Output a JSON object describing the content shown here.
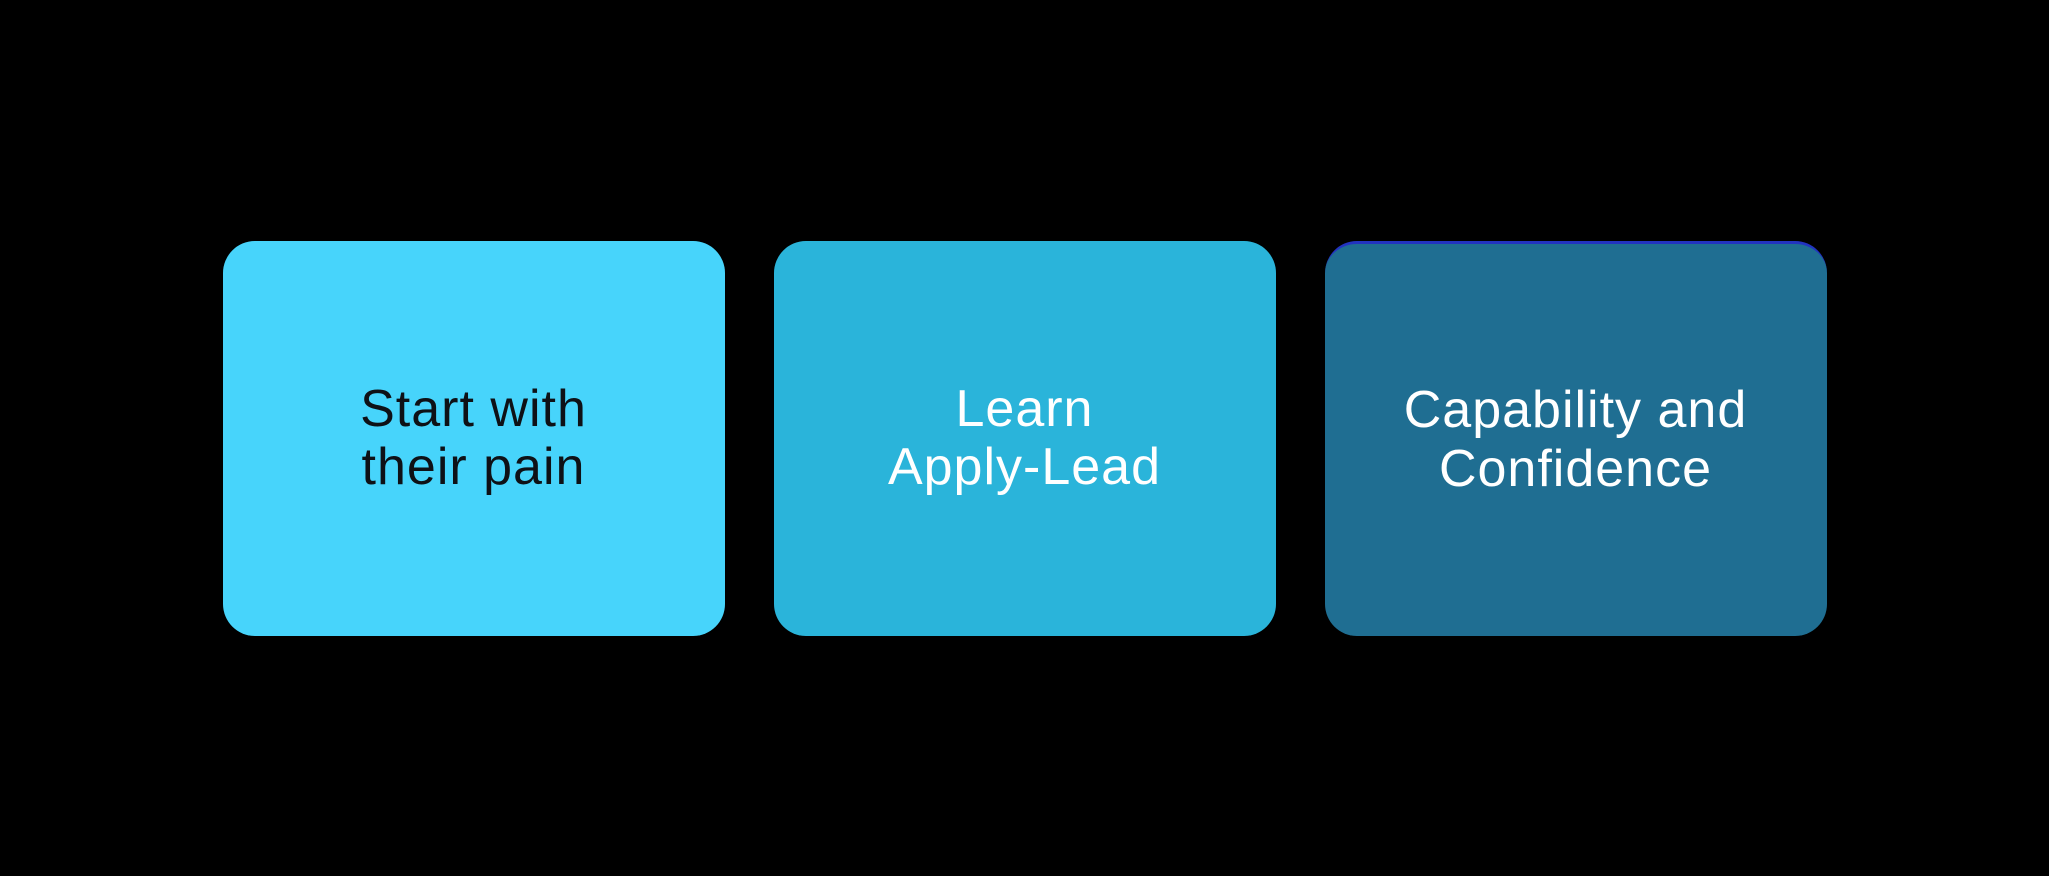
{
  "canvas": {
    "background": "#000000"
  },
  "cards": [
    {
      "name": "start-with-their-pain",
      "lines": [
        "Start with",
        "their pain"
      ],
      "bg": "#47D4FB",
      "text_color": "#0E1116"
    },
    {
      "name": "learn-apply-lead",
      "lines": [
        "Learn",
        "Apply-Lead"
      ],
      "bg": "#2AB4DA",
      "text_color": "#FFFFFF"
    },
    {
      "name": "capability-and-confidence",
      "lines": [
        "Capability and",
        "Confidence"
      ],
      "bg": "#1F6E92",
      "text_color": "#FFFFFF",
      "top_line_color": "#2233C0"
    }
  ]
}
